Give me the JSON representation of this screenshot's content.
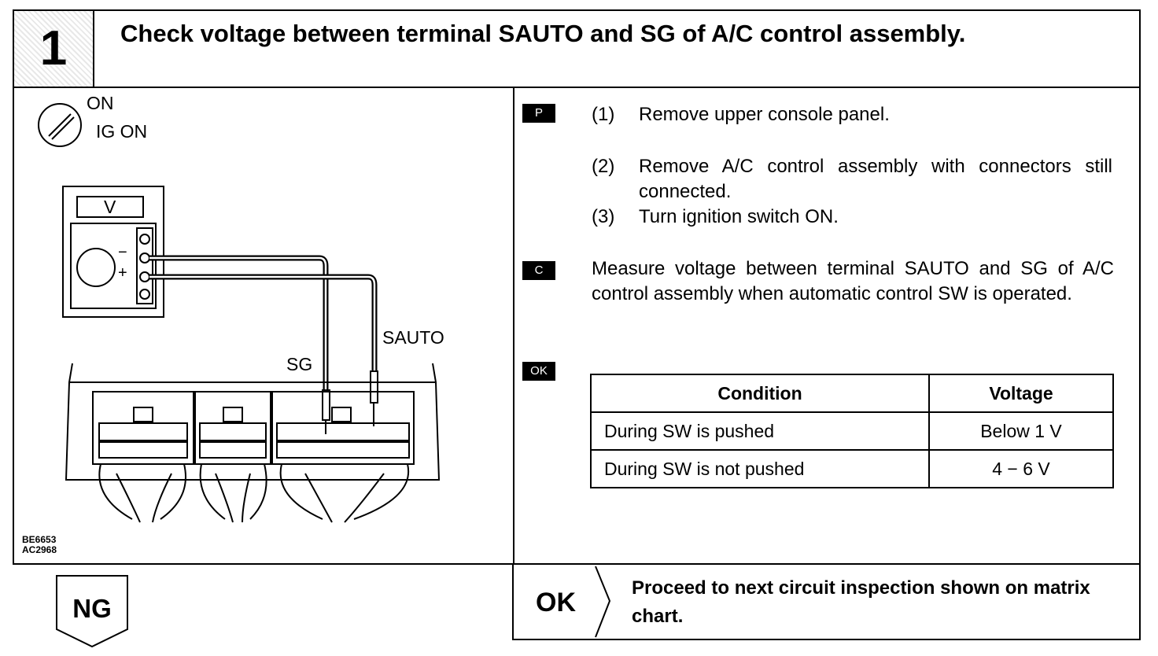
{
  "header": {
    "step_number": "1",
    "title": "Check voltage between terminal SAUTO and SG of A/C control assembly."
  },
  "illustration": {
    "ignition_on": "ON",
    "ignition_ig_on": "IG ON",
    "meter_label": "V",
    "meter_minus": "−",
    "meter_plus": "+",
    "terminal_sg": "SG",
    "terminal_sauto": "SAUTO",
    "figure_codes": [
      "BE6653",
      "AC2968"
    ]
  },
  "instructions": {
    "badge_p": "P",
    "badge_c": "C",
    "badge_ok": "OK",
    "steps": [
      {
        "num": "(1)",
        "text": "Remove upper console panel."
      },
      {
        "num": "(2)",
        "text": "Remove A/C control assembly with connectors still connected."
      },
      {
        "num": "(3)",
        "text": "Turn ignition switch ON."
      }
    ],
    "measure": "Measure voltage between terminal SAUTO and SG of A/C control assembly when automatic control SW is operated."
  },
  "table": {
    "headers": [
      "Condition",
      "Voltage"
    ],
    "rows": [
      {
        "condition": "During SW is pushed",
        "voltage": "Below 1 V"
      },
      {
        "condition": "During SW is not pushed",
        "voltage": "4 − 6 V"
      }
    ]
  },
  "result": {
    "ok_label": "OK",
    "ok_text": "Proceed to next circuit inspection shown on matrix chart.",
    "ng_label": "NG"
  }
}
